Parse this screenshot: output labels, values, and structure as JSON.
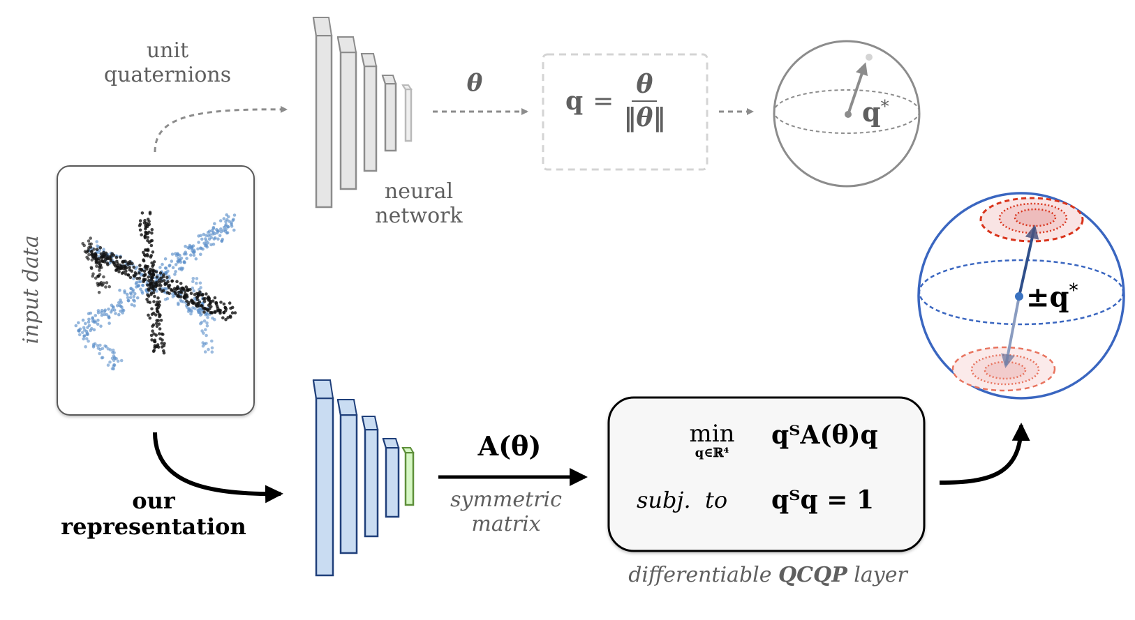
{
  "top_branch": {
    "label_line1": "unit",
    "label_line2": "quaternions",
    "network_label_line1": "neural",
    "network_label_line2": "network",
    "output_symbol": "θ",
    "normalization": {
      "lhs": "q",
      "equals": "=",
      "numerator": "θ",
      "denominator": "‖θ‖"
    },
    "sphere_label": "q",
    "sphere_label_sup": "*"
  },
  "input": {
    "side_label": "input data",
    "colors": {
      "source_cloud": "#111111",
      "rotated_cloud": "#5b8fc9"
    }
  },
  "bottom_branch": {
    "label_line1": "our",
    "label_line2": "representation",
    "arrow_label": "A(θ)",
    "arrow_sublabel_line1": "symmetric",
    "arrow_sublabel_line2": "matrix",
    "qcqp": {
      "row1_left": "min",
      "row1_left_sub": "q∈ℝ⁴",
      "row1_right": "qᵀA(θ)q",
      "row2_left": "subj.  to",
      "row2_right": "qᵀq = 1"
    },
    "caption_part1": "differentiable ",
    "caption_part2": "QCQP",
    "caption_part3": " layer",
    "sphere_label": "±q",
    "sphere_label_sup": "*"
  },
  "colors": {
    "gray_stroke": "#8c8c8c",
    "gray_fill": "#e6e6e6",
    "blue_stroke": "#1f3f7a",
    "blue_fill": "#c9dcf2",
    "green_stroke": "#5e8f3a",
    "green_fill": "#d6f7c4",
    "sphere_blue": "#3a66c0",
    "red_contour": "#d9341c",
    "red_fill": "#f2c4c4"
  }
}
